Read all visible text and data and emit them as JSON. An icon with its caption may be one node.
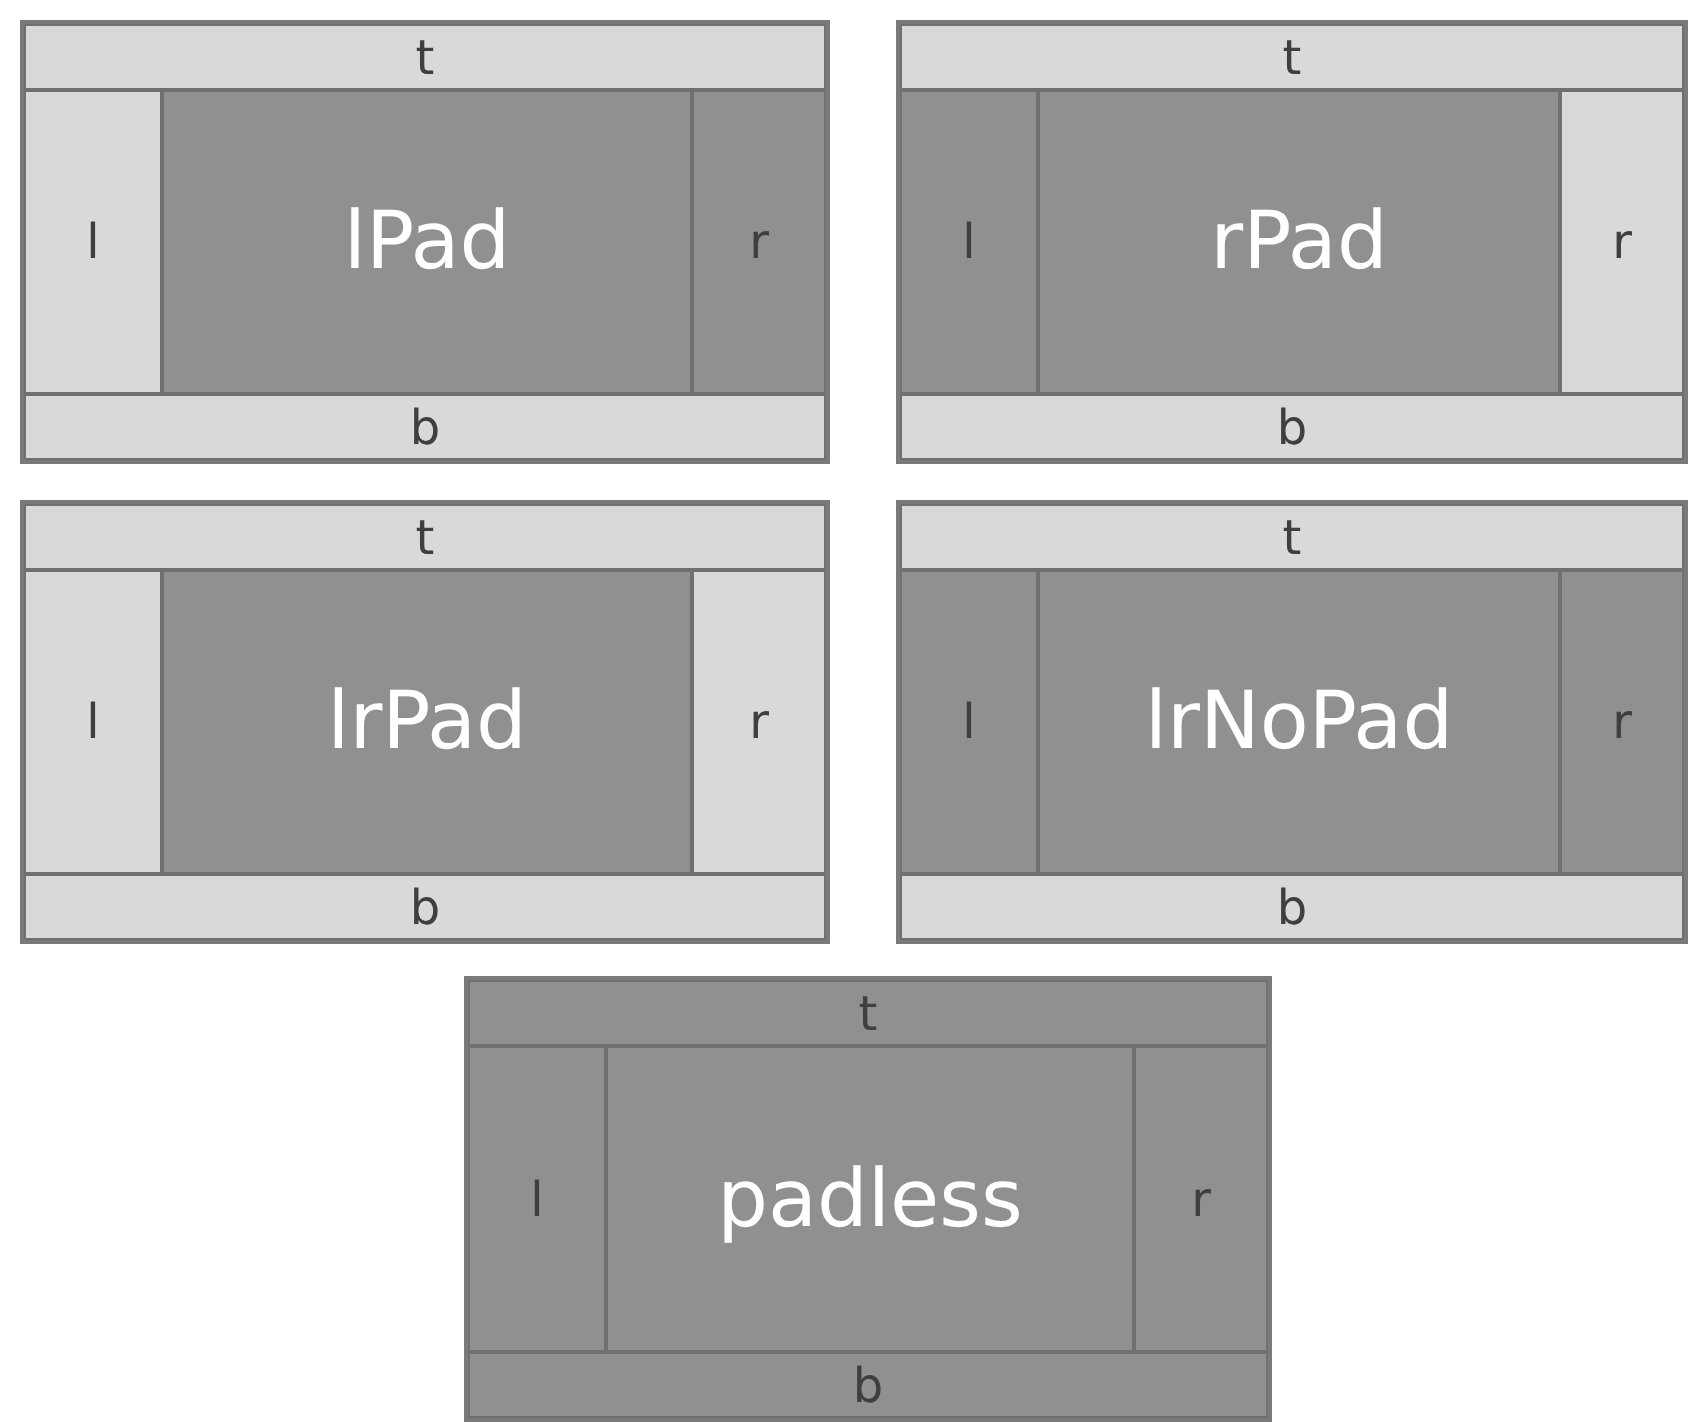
{
  "diagram": {
    "nodes": [
      {
        "text": [],
        "shape": "box"
      },
      {
        "text": [
          "t"
        ],
        "in": 0
      },
      {
        "text": [
          "l"
        ],
        "in": 0
      },
      {
        "text": [
          "lPad"
        ],
        "in": 0
      },
      {
        "text": [
          "r"
        ],
        "in": 0
      },
      {
        "text": [
          "b"
        ],
        "in": 0
      },
      {
        "text": [],
        "shape": "box"
      },
      {
        "text": [
          "t"
        ],
        "in": 6
      },
      {
        "text": [
          "l"
        ],
        "in": 6
      },
      {
        "text": [
          "rPad"
        ],
        "in": 6
      },
      {
        "text": [
          "r"
        ],
        "in": 6
      },
      {
        "text": [
          "b"
        ],
        "in": 6
      },
      {
        "text": [],
        "shape": "box"
      },
      {
        "text": [
          "t"
        ],
        "in": 12
      },
      {
        "text": [
          "l"
        ],
        "in": 12
      },
      {
        "text": [
          "lrPad"
        ],
        "in": 12
      },
      {
        "text": [
          "r"
        ],
        "in": 12
      },
      {
        "text": [
          "b"
        ],
        "in": 12
      },
      {
        "text": [],
        "shape": "box"
      },
      {
        "text": [
          "t"
        ],
        "in": 18
      },
      {
        "text": [
          "l"
        ],
        "in": 18
      },
      {
        "text": [
          "lrNoPad"
        ],
        "in": 18
      },
      {
        "text": [
          "r"
        ],
        "in": 18
      },
      {
        "text": [
          "b"
        ],
        "in": 18
      },
      {
        "text": [],
        "shape": "box"
      },
      {
        "text": [
          "t"
        ],
        "in": 24
      },
      {
        "text": [
          "l"
        ],
        "in": 24
      },
      {
        "text": [
          "padless"
        ],
        "in": 24
      },
      {
        "text": [
          "r"
        ],
        "in": 24
      },
      {
        "text": [
          "b"
        ],
        "in": 24
      }
    ]
  }
}
